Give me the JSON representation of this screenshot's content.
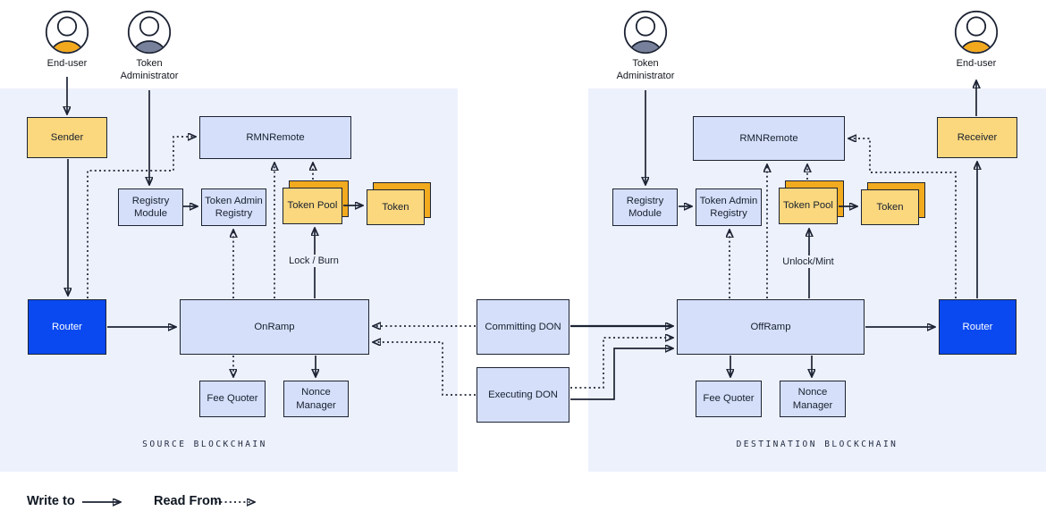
{
  "panels": {
    "source": "SOURCE BLOCKCHAIN",
    "destination": "DESTINATION BLOCKCHAIN"
  },
  "actors": {
    "end_user": "End-user",
    "token_administrator": "Token Administrator"
  },
  "nodes": {
    "sender": "Sender",
    "receiver": "Receiver",
    "router": "Router",
    "onramp": "OnRamp",
    "offramp": "OffRamp",
    "rmn_remote": "RMNRemote",
    "registry_module": "Registry Module",
    "token_admin_registry": "Token Admin Registry",
    "token_pool": "Token Pool",
    "token": "Token",
    "fee_quoter": "Fee Quoter",
    "nonce_manager": "Nonce Manager",
    "committing_don": "Committing DON",
    "executing_don": "Executing DON"
  },
  "edge_labels": {
    "lock_burn": "Lock / Burn",
    "unlock_mint": "Unlock/Mint"
  },
  "legend": {
    "write": "Write to",
    "read": "Read From"
  },
  "colors": {
    "panel_bg": "#EDF1FC",
    "node_fill_blue": "#D5DFFA",
    "node_fill_yellow": "#FBD77E",
    "node_fill_orange": "#F2AA1E",
    "router_fill": "#0A49F0",
    "line": "#1C2333",
    "actor_end_user": "#F2A91E",
    "actor_token_admin": "#78819B"
  }
}
